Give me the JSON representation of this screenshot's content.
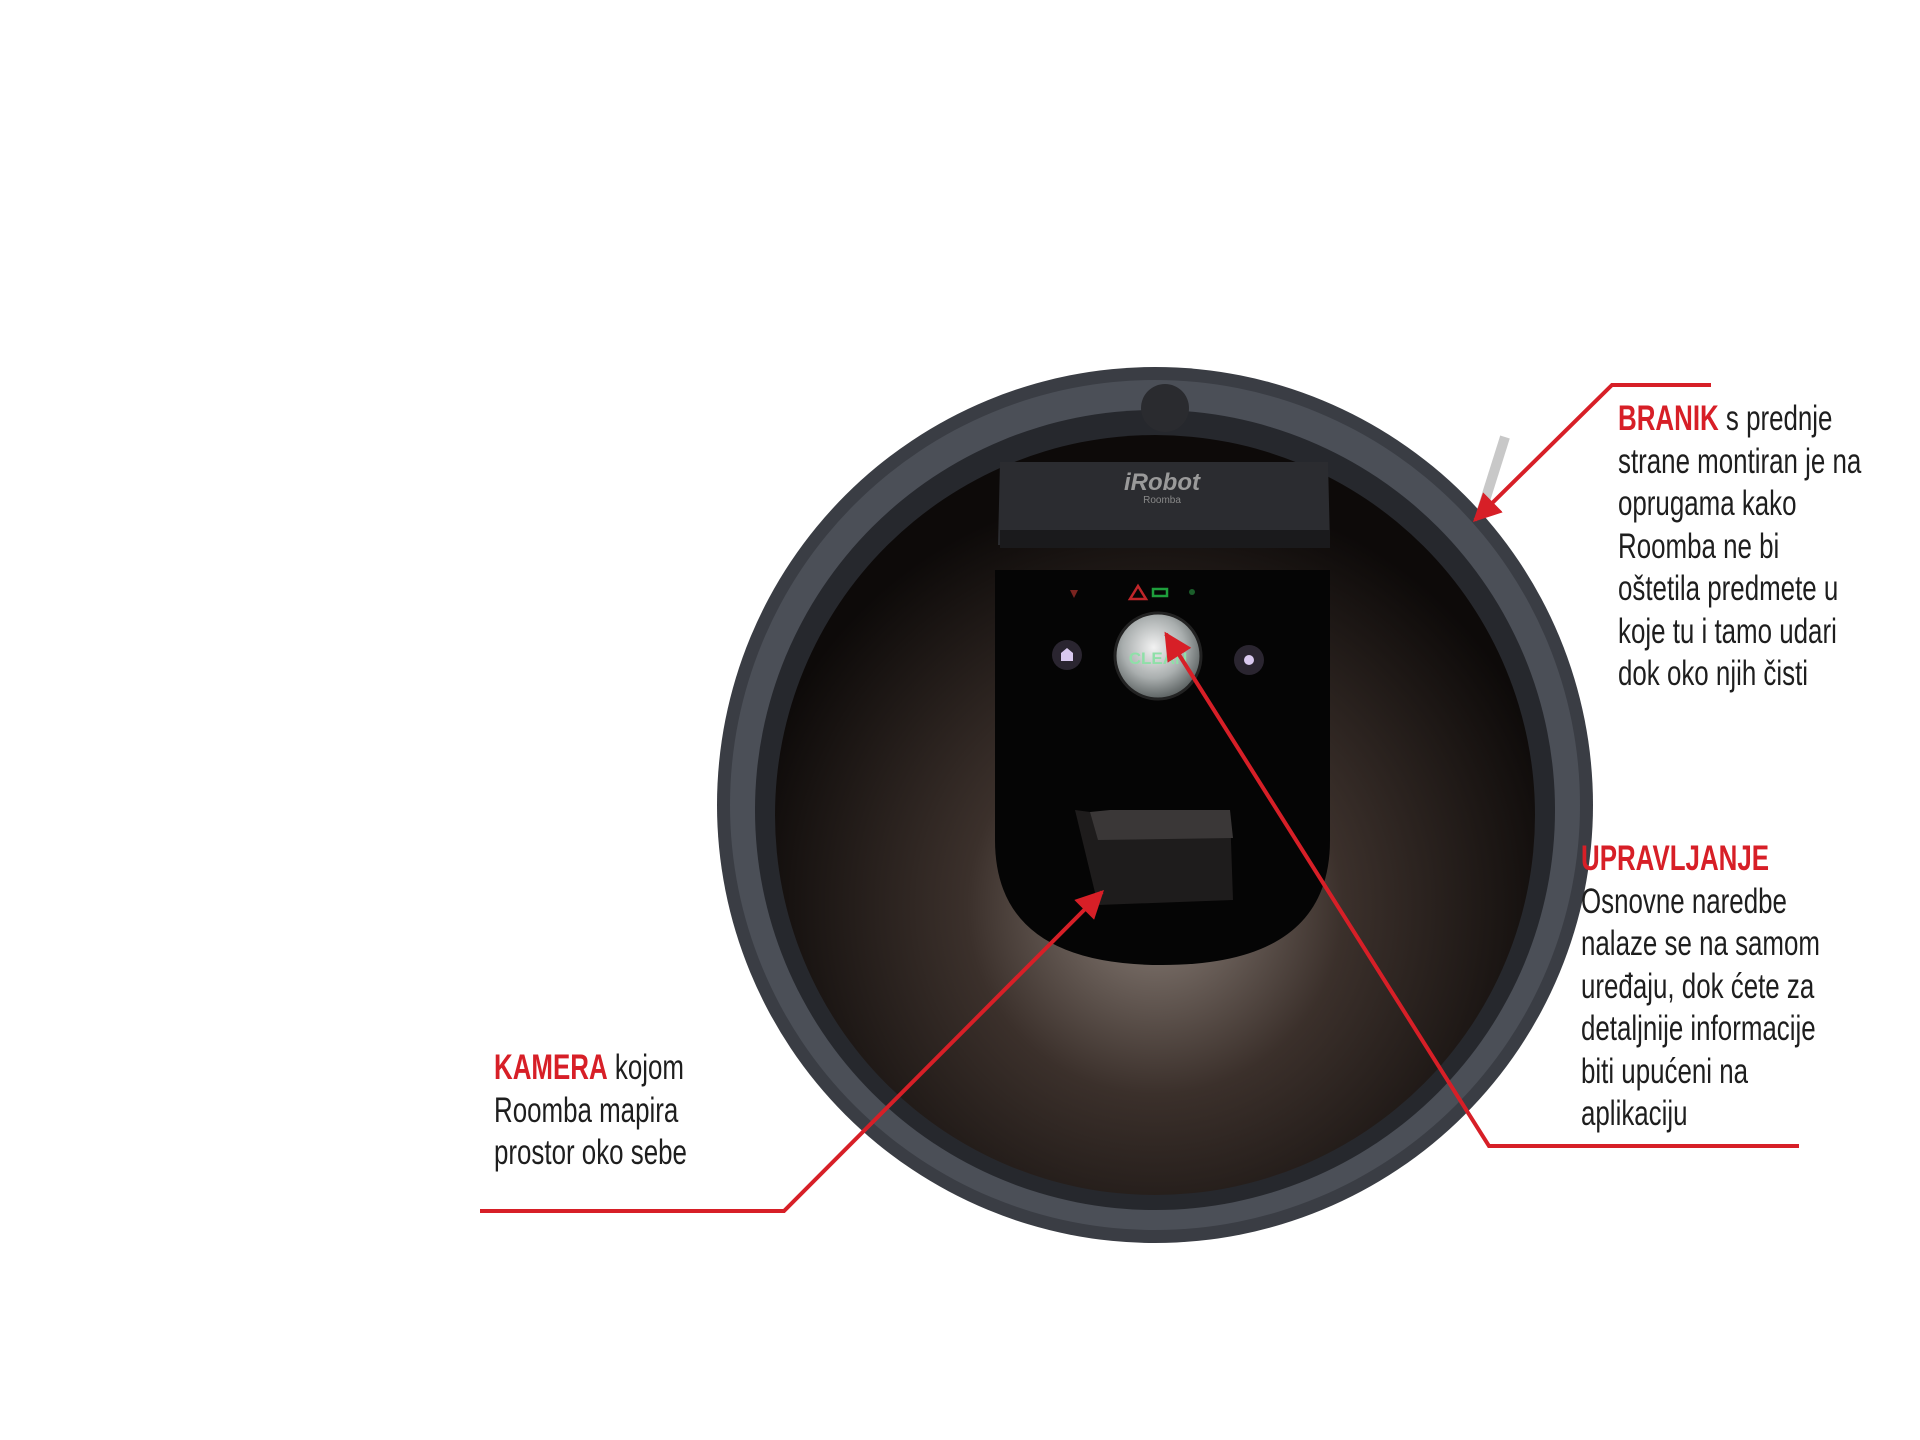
{
  "brand": {
    "logo_text": "iRobot",
    "sub_text": "Roomba",
    "button_text": "CLEAN"
  },
  "annotations": {
    "branik": {
      "title": "BRANIK",
      "lead": " s prednje",
      "lines": [
        "strane montiran je na",
        "oprugama kako",
        "Roomba ne bi",
        "oštetila predmete u",
        "koje tu i tamo udari",
        "dok oko njih čisti"
      ]
    },
    "upravljanje": {
      "title": "UPRAVLJANJE",
      "lines": [
        "Osnovne naredbe",
        "nalaze se na samom",
        "uređaju, dok ćete za",
        "detaljnije informacije",
        "biti upućeni na",
        "aplikaciju"
      ]
    },
    "kamera": {
      "title": "KAMERA",
      "lead": " kojom",
      "lines": [
        "Roomba mapira",
        "prostor oko sebe"
      ]
    }
  },
  "colors": {
    "accent": "#d71f27",
    "text": "#1e1e1e",
    "bumper": "#3a3d44",
    "body": "#1a1512"
  }
}
